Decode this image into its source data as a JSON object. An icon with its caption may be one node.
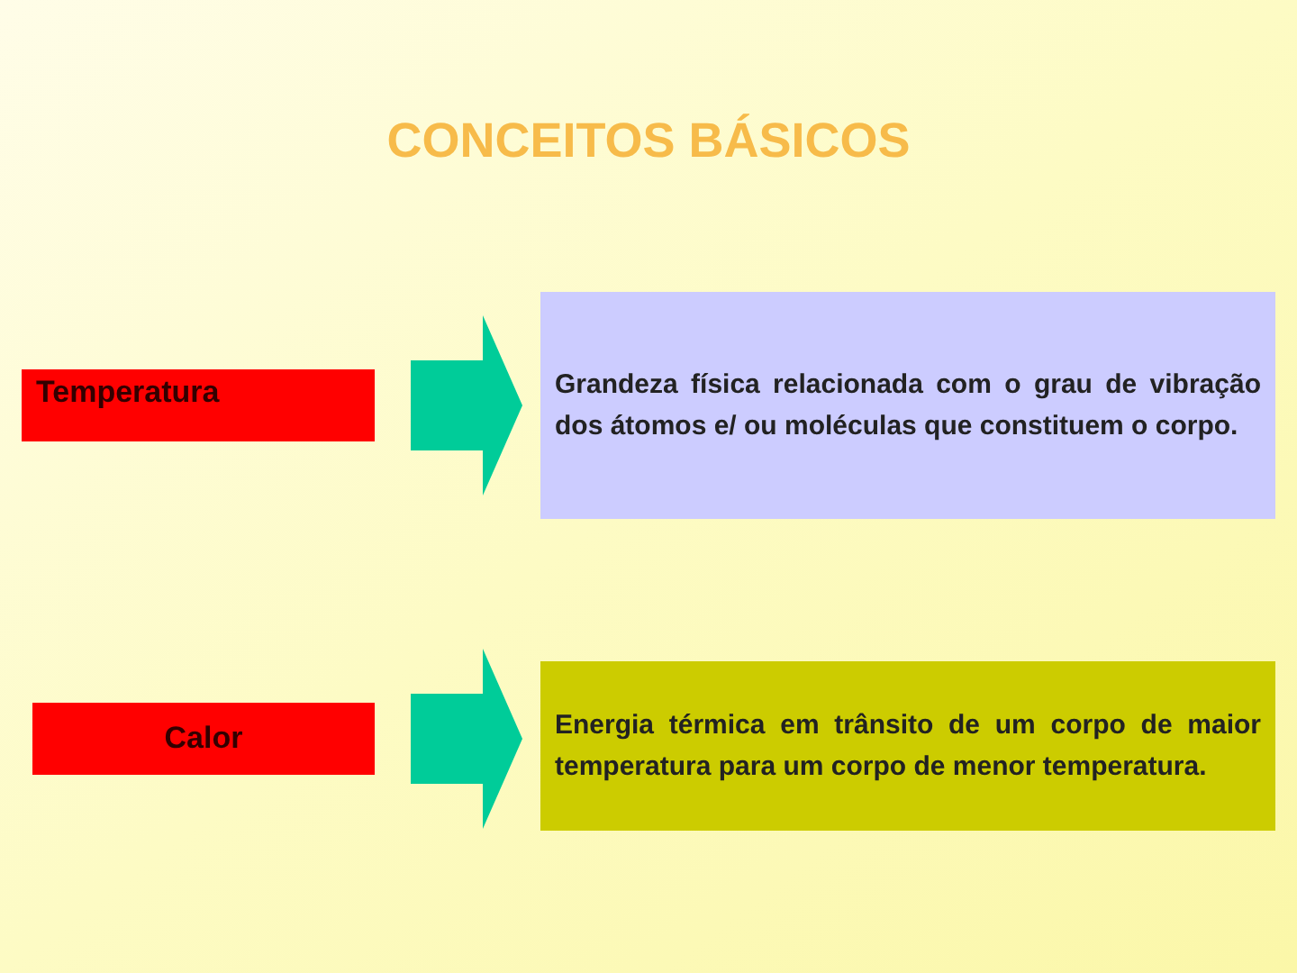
{
  "diagram": {
    "title": "CONCEITOS BÁSICOS",
    "nodes": [
      {
        "text": [
          "Temperatura"
        ]
      },
      {
        "text": [
          "Grandeza física relacionada com o grau de vibração dos átomos e/ ou moléculas que constituem o corpo."
        ]
      },
      {
        "text": [
          "Calor"
        ]
      },
      {
        "text": [
          "Energia térmica em trânsito de um corpo de maior temperatura para um corpo de menor temperatura."
        ]
      }
    ],
    "edges": [
      {
        "from": 0,
        "to": 1,
        "arrow": "to",
        "style": "thick"
      },
      {
        "from": 2,
        "to": 3,
        "arrow": "to",
        "style": "thick"
      }
    ]
  }
}
